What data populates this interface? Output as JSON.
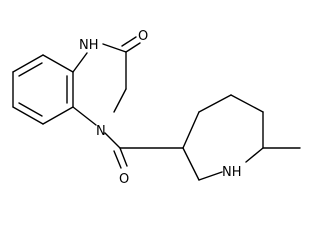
{
  "diagram": {
    "type": "chemical-structure",
    "line_color": "#000000",
    "background": "#ffffff"
  },
  "atoms": {
    "carbonyl_oxygen_top": "O",
    "amide_nh": "NH",
    "ring_nitrogen": "N",
    "carbonyl_oxygen_bottom": "O",
    "piperidine_nh": "NH"
  }
}
